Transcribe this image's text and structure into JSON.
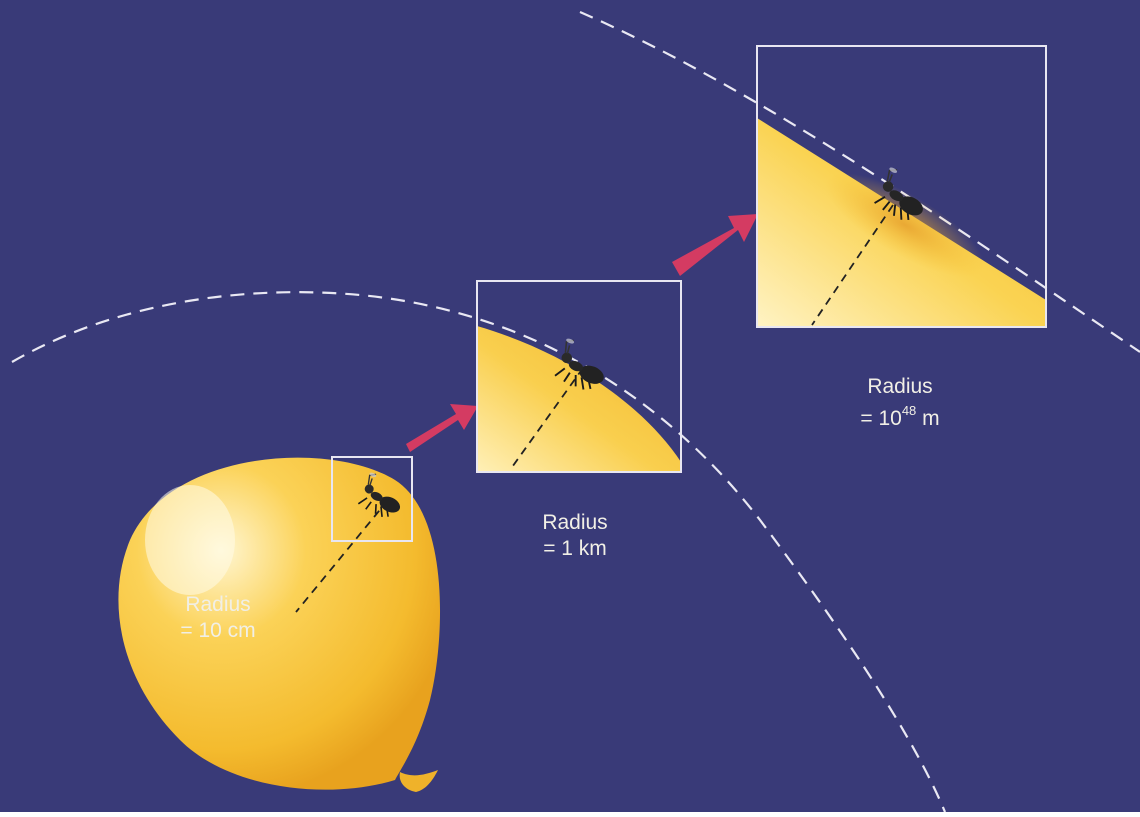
{
  "colors": {
    "background": "#393a78",
    "balloon": "#f6c23a",
    "balloon_highlight": "#fff3c8",
    "arrow": "#d43b62",
    "frame": "#e8e6f2",
    "dashed_line": "#e9e8f3",
    "ant": "#1c1c1c"
  },
  "labels": {
    "small": {
      "title": "Radius",
      "value": "= 10 cm"
    },
    "medium": {
      "title": "Radius",
      "value": "= 1 km"
    },
    "large": {
      "title": "Radius",
      "value_prefix": "= 10",
      "value_exponent": "48",
      "value_suffix": " m"
    }
  },
  "icons": {
    "arrow_1": "arrow-right-up",
    "arrow_2": "arrow-right-up",
    "ant": "ant"
  }
}
